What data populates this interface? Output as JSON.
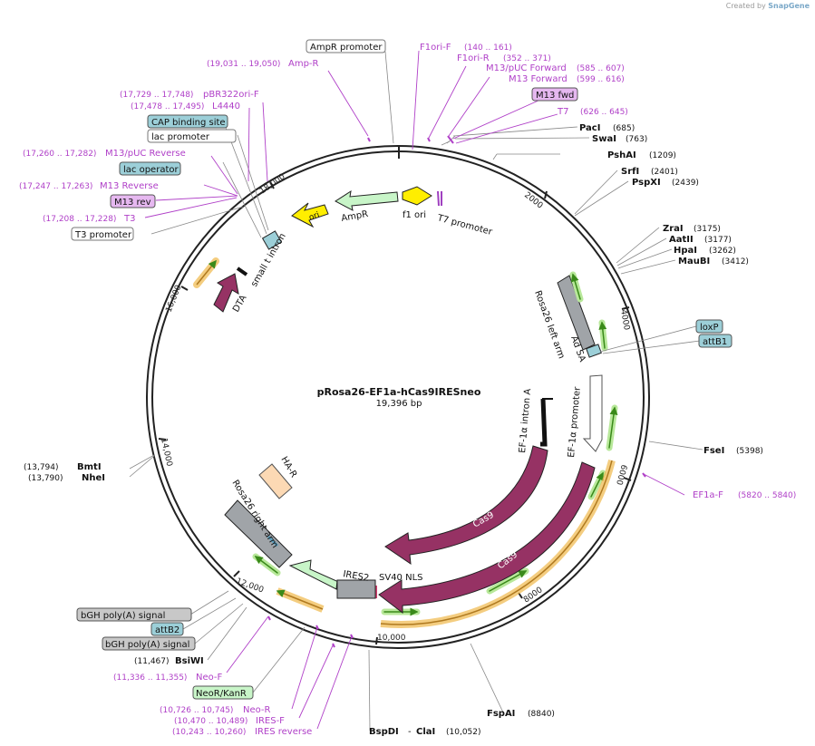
{
  "credit": {
    "prefix": "Created by",
    "brand": "SnapGene"
  },
  "map": {
    "name": "pRosa26-EF1a-hCas9IRESneo",
    "length_label": "19,396 bp",
    "ticks": [
      "2000",
      "4000",
      "6000",
      "8000",
      "10,000",
      "12,000",
      "14,000",
      "16,000",
      "18,000"
    ]
  },
  "features": {
    "ori": "ori",
    "ampr": "AmpR",
    "f1ori": "f1 ori",
    "t7promoter": "T7 promoter",
    "smalltintron": "small t intron",
    "dta": "DTA",
    "rosa26left": "Rosa26 left arm",
    "adsa": "Ad SA",
    "ef1intron": "EF-1α intron A",
    "ef1promoter": "EF-1α promoter",
    "cas9a": "Cas9",
    "cas9b": "Cas9",
    "ires2": "IRES2",
    "sv40": "SV40 NLS",
    "rosa26right": "Rosa26 right arm",
    "har": "HA-R"
  },
  "enzymes": {
    "paci": {
      "name": "PacI",
      "pos": "(685)"
    },
    "swai": {
      "name": "SwaI",
      "pos": "(763)"
    },
    "pshai": {
      "name": "PshAI",
      "pos": "(1209)"
    },
    "srfi": {
      "name": "SrfI",
      "pos": "(2401)"
    },
    "pspxi": {
      "name": "PspXI",
      "pos": "(2439)"
    },
    "zrai": {
      "name": "ZraI",
      "pos": "(3175)"
    },
    "aatii": {
      "name": "AatII",
      "pos": "(3177)"
    },
    "hpai": {
      "name": "HpaI",
      "pos": "(3262)"
    },
    "maubi": {
      "name": "MauBI",
      "pos": "(3412)"
    },
    "fsei": {
      "name": "FseI",
      "pos": "(5398)"
    },
    "fspai": {
      "name": "FspAI",
      "pos": "(8840)"
    },
    "bspdi": {
      "name": "BspDI",
      "sep": "-",
      "name2": "ClaI",
      "pos": "(10,052)"
    },
    "bsiwi": {
      "name": "BsiWI",
      "pos": "(11,467)"
    },
    "bmti": {
      "name": "BmtI",
      "pos": "(13,794)"
    },
    "nhei": {
      "name": "NheI",
      "pos": "(13,790)"
    }
  },
  "primers": {
    "ampr_prom": "AmpR promoter",
    "ampr": {
      "name": "Amp-R",
      "range": "(19,031 .. 19,050)"
    },
    "f1orif": {
      "name": "F1ori-F",
      "range": "(140 .. 161)"
    },
    "f1orir": {
      "name": "F1ori-R",
      "range": "(352 .. 371)"
    },
    "m13puc_fwd": {
      "name": "M13/pUC Forward",
      "range": "(585 .. 607)"
    },
    "m13_fwd": {
      "name": "M13 Forward",
      "range": "(599 .. 616)"
    },
    "m13fwd_box": "M13 fwd",
    "t7": {
      "name": "T7",
      "range": "(626 .. 645)"
    },
    "pbr322": {
      "name": "pBR322ori-F",
      "range": "(17,729 .. 17,748)"
    },
    "l4440": {
      "name": "L4440",
      "range": "(17,478 .. 17,495)"
    },
    "cap": "CAP binding site",
    "lacprom": "lac promoter",
    "m13puc_rev": {
      "name": "M13/pUC Reverse",
      "range": "(17,260 .. 17,282)"
    },
    "lacop": "lac operator",
    "m13_rev": {
      "name": "M13 Reverse",
      "range": "(17,247 .. 17,263)"
    },
    "m13rev_box": "M13 rev",
    "t3": {
      "name": "T3",
      "range": "(17,208 .. 17,228)"
    },
    "t3prom": "T3 promoter",
    "loxp": "loxP",
    "attb1": "attB1",
    "ef1af": {
      "name": "EF1a-F",
      "range": "(5820 .. 5840)"
    },
    "bgh1": "bGH poly(A) signal",
    "attb2": "attB2",
    "bgh2": "bGH poly(A) signal",
    "neof": {
      "name": "Neo-F",
      "range": "(11,336 .. 11,355)"
    },
    "neokan": "NeoR/KanR",
    "neor": {
      "name": "Neo-R",
      "range": "(10,726 .. 10,745)"
    },
    "iresf": {
      "name": "IRES-F",
      "range": "(10,470 .. 10,489)"
    },
    "iresrev": {
      "name": "IRES reverse",
      "range": "(10,243 .. 10,260)"
    }
  },
  "colors": {
    "purple_primer": "#b040c8",
    "cas9": "#963264",
    "ori": "#ffee00",
    "ampr": "#c8f5c8",
    "arm": "#a0a4a8",
    "har": "#fcd9b4",
    "misc_box": "#9ccfd8",
    "m13box": "#e6b8f0",
    "orf_green": "#4a9a2a",
    "orf_orange": "#f0b84a"
  }
}
